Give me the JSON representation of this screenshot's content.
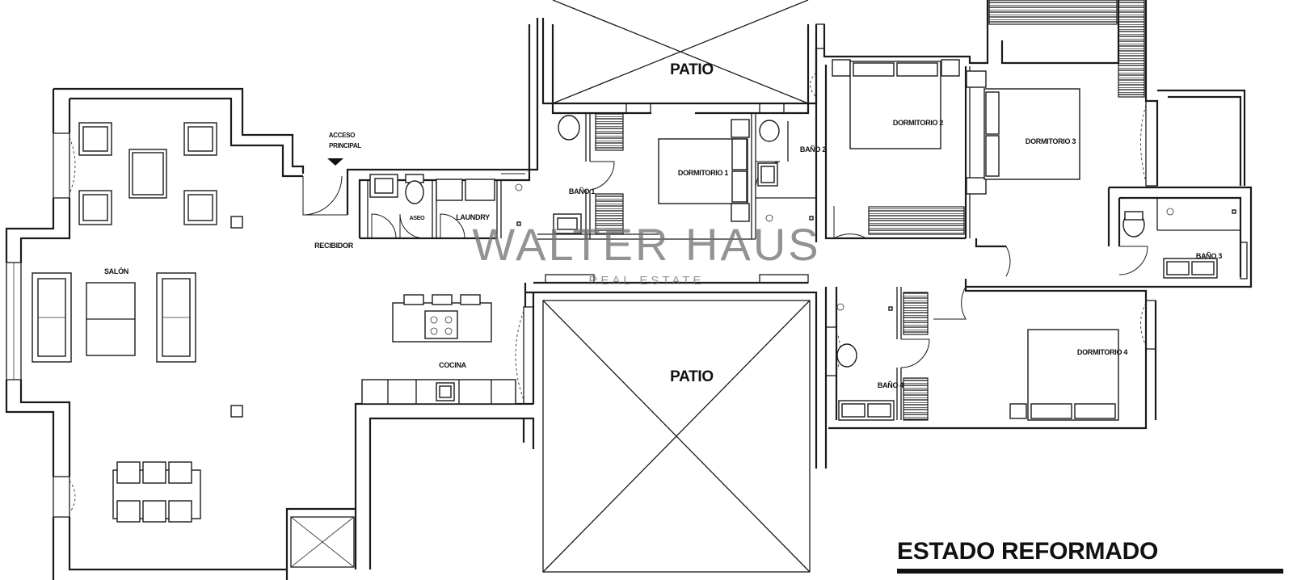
{
  "rooms": {
    "patio_top": "PATIO",
    "patio_bottom": "PATIO",
    "salon": "SALÓN",
    "cocina": "COCINA",
    "laundry": "LAUNDRY",
    "aseo": "ASEO",
    "recibidor": "RECIBIDOR",
    "acceso_line1": "ACCESO",
    "acceso_line2": "PRINCIPAL",
    "bano1": "BAÑO 1",
    "bano2": "BAÑO 2",
    "bano3": "BAÑO 3",
    "bano4": "BAÑO 4",
    "dormitorio1": "DORMITORIO 1",
    "dormitorio2": "DORMITORIO 2",
    "dormitorio3": "DORMITORIO 3",
    "dormitorio4": "DORMITORIO 4"
  },
  "title": "ESTADO REFORMADO",
  "watermark": {
    "brand": "WALTER HAUS",
    "sub": "REAL ESTATE"
  }
}
